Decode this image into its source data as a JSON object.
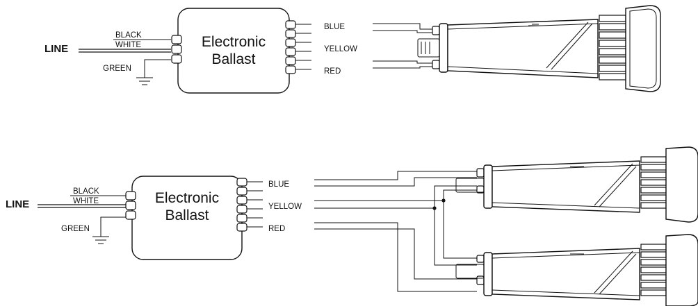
{
  "diagrams": [
    {
      "line_label": "LINE",
      "ballast_line1": "Electronic",
      "ballast_line2": "Ballast",
      "input_wires": [
        "BLACK",
        "WHITE",
        "GREEN"
      ],
      "output_wires": [
        "BLUE",
        "YELLOW",
        "RED"
      ],
      "lamp_count": 1
    },
    {
      "line_label": "LINE",
      "ballast_line1": "Electronic",
      "ballast_line2": "Ballast",
      "input_wires": [
        "BLACK",
        "WHITE",
        "GREEN"
      ],
      "output_wires": [
        "BLUE",
        "YELLOW",
        "RED"
      ],
      "lamp_count": 2
    }
  ]
}
